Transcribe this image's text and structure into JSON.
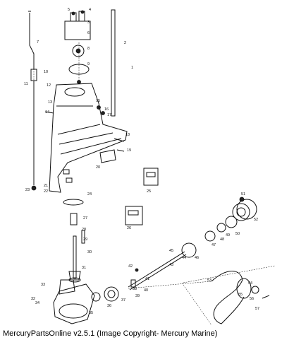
{
  "caption": "MercuryPartsOnline v2.5.1 (Image Copyright- Mercury Marine)",
  "callouts": {
    "c1": "1",
    "c2": "2",
    "c3": "3",
    "c4": "4",
    "c5": "5",
    "c6": "6",
    "c7": "7",
    "c8": "8",
    "c9": "9",
    "c10": "10",
    "c11": "11",
    "c12": "12",
    "c13": "13",
    "c14": "14",
    "c15": "15",
    "c16": "16",
    "c17": "17",
    "c18": "18",
    "c19": "19",
    "c20": "20",
    "c21": "21",
    "c22": "22",
    "c23": "23",
    "c24": "24",
    "c25": "25",
    "c26": "26",
    "c27": "27",
    "c28": "28",
    "c29": "29",
    "c30": "30",
    "c31": "31",
    "c32": "32",
    "c33": "33",
    "c34": "34",
    "c35": "35",
    "c36": "36",
    "c37": "37",
    "c38": "38",
    "c39": "39",
    "c40": "40",
    "c41": "41",
    "c42": "42",
    "c43": "43",
    "c44": "44",
    "c45": "45",
    "c46": "46",
    "c47": "47",
    "c48": "48",
    "c49": "49",
    "c50": "50",
    "c51": "51",
    "c52": "52",
    "c53": "53",
    "c54": "54",
    "c55": "55",
    "c56": "56",
    "c57": "57"
  }
}
